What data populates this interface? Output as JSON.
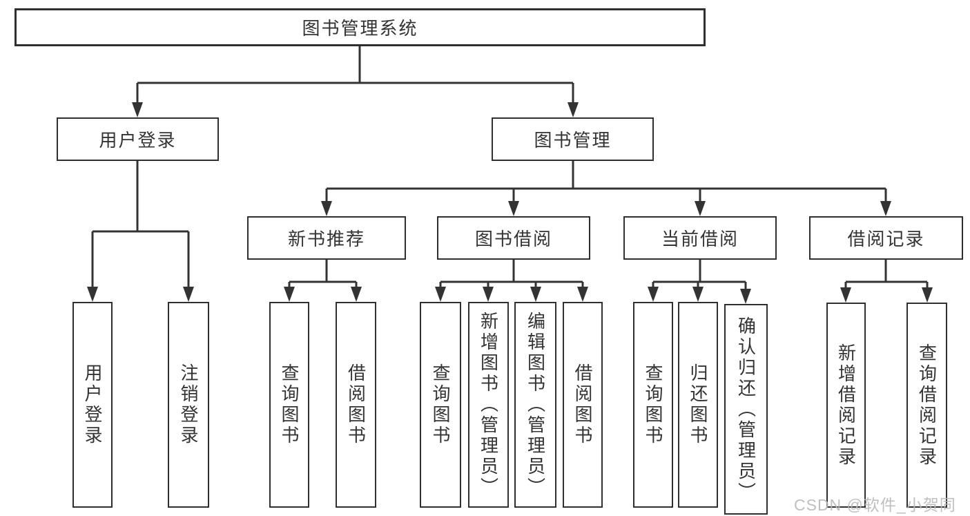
{
  "tree": {
    "label": "图书管理系统",
    "children": [
      {
        "label": "用户登录",
        "children": [
          {
            "label": "用户登录"
          },
          {
            "label": "注销登录"
          }
        ]
      },
      {
        "label": "图书管理",
        "children": [
          {
            "label": "新书推荐",
            "children": [
              {
                "label": "查询图书"
              },
              {
                "label": "借阅图书"
              }
            ]
          },
          {
            "label": "图书借阅",
            "children": [
              {
                "label": "查询图书"
              },
              {
                "label": "新增图书（管理员）"
              },
              {
                "label": "编辑图书（管理员）"
              },
              {
                "label": "借阅图书"
              }
            ]
          },
          {
            "label": "当前借阅",
            "children": [
              {
                "label": "查询图书"
              },
              {
                "label": "归还图书"
              },
              {
                "label": "确认归还（管理员）"
              }
            ]
          },
          {
            "label": "借阅记录",
            "children": [
              {
                "label": "新增借阅记录"
              },
              {
                "label": "查询借阅记录"
              }
            ]
          }
        ]
      }
    ]
  },
  "watermark": "CSDN @软件_小贺同学",
  "colors": {
    "line": "#333333",
    "box_border": "#2f2f2f",
    "text": "#333333",
    "watermark": "#b9b9b9",
    "background": "#ffffff"
  }
}
